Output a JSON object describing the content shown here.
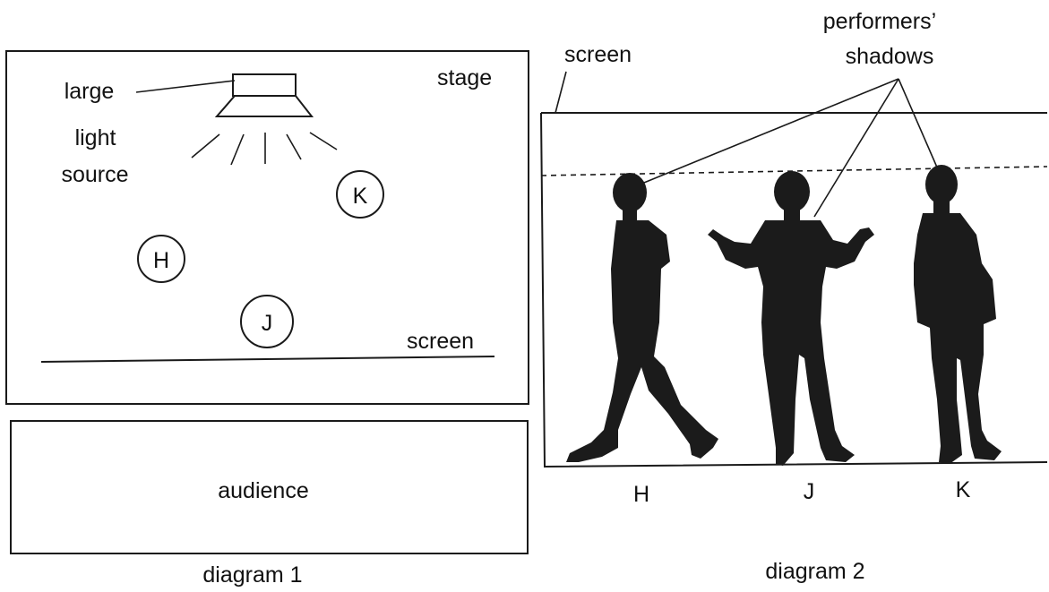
{
  "diagram1": {
    "stage_label": "stage",
    "light_label_line1": "large",
    "light_label_line2": "light",
    "light_label_line3": "source",
    "screen_label": "screen",
    "performers": [
      "K",
      "H",
      "J"
    ],
    "audience_label": "audience",
    "caption": "diagram 1"
  },
  "diagram2": {
    "screen_label": "screen",
    "shadows_label_line1": "performers’",
    "shadows_label_line2": "shadows",
    "performers": [
      "H",
      "J",
      "K"
    ],
    "caption": "diagram 2"
  },
  "colors": {
    "ink": "#1a1a1a",
    "shadow": "#1b1b1b",
    "background": "#ffffff"
  }
}
